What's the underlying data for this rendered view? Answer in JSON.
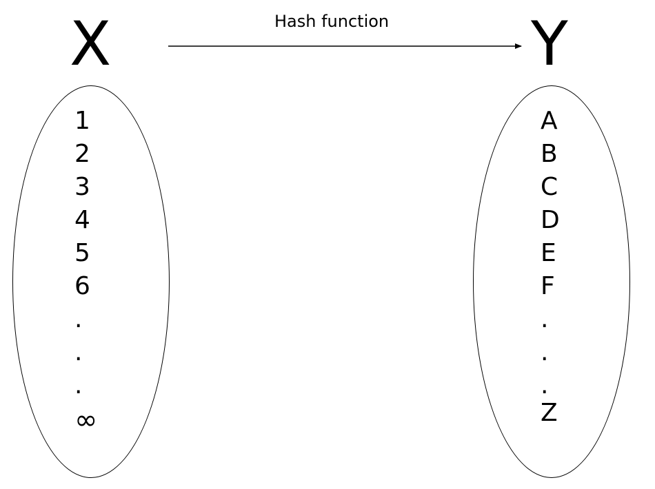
{
  "arrow": {
    "label": "Hash function"
  },
  "domain_set": {
    "title": "X",
    "members": [
      "1",
      "2",
      "3",
      "4",
      "5",
      "6",
      ".",
      ".",
      "."
    ],
    "last": "∞"
  },
  "codomain_set": {
    "title": "Y",
    "members": [
      "A",
      "B",
      "C",
      "D",
      "E",
      "F",
      ".",
      ".",
      "."
    ],
    "last": "Z"
  }
}
